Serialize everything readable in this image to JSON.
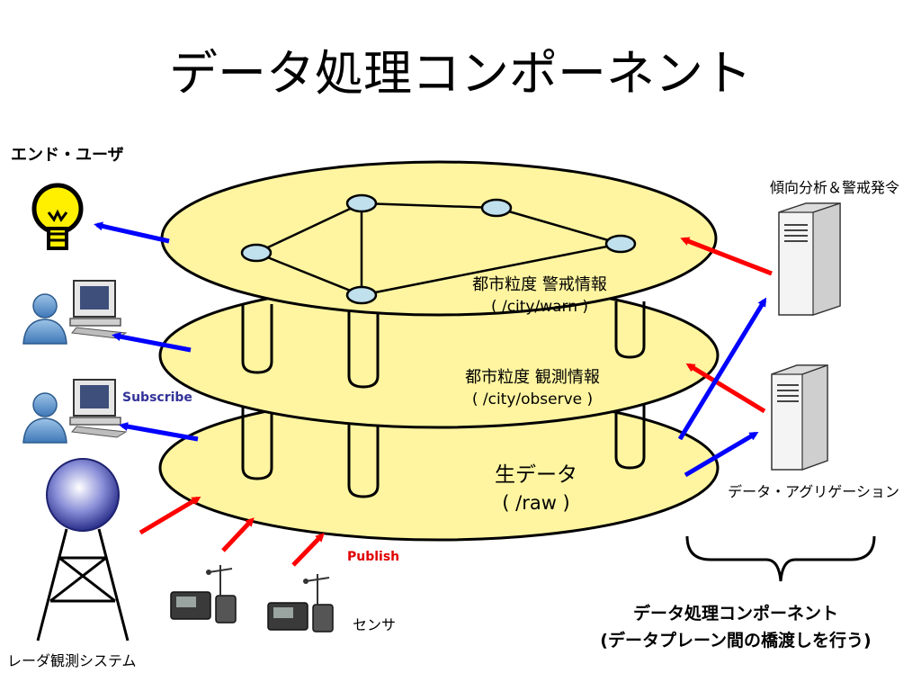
{
  "title": "データ処理コンポーネント",
  "labels": {
    "end_user": "エンド・ユーザ",
    "trend": "傾向分析＆警戒発令",
    "aggregation": "データ・アグリゲーション",
    "subscribe": "Subscribe",
    "publish": "Publish",
    "sensor": "センサ",
    "radar": "レーダ観測システム"
  },
  "layers": {
    "top": {
      "name": "都市粒度 警戒情報",
      "path": "( /city/warn )"
    },
    "middle": {
      "name": "都市粒度 観測情報",
      "path": "( /city/observe )"
    },
    "bottom": {
      "name": "生データ",
      "path": "( /raw )"
    }
  },
  "footer": {
    "line1": "データ処理コンポーネント",
    "line2": "(データプレーン間の橋渡しを行う)"
  },
  "colors": {
    "disk": "#FFF5A0",
    "node": "#BFE0EC",
    "red_arrow": "#FF0000",
    "blue_arrow": "#0000FF",
    "publish_text": "#E00000",
    "subscribe_text": "#333399"
  }
}
